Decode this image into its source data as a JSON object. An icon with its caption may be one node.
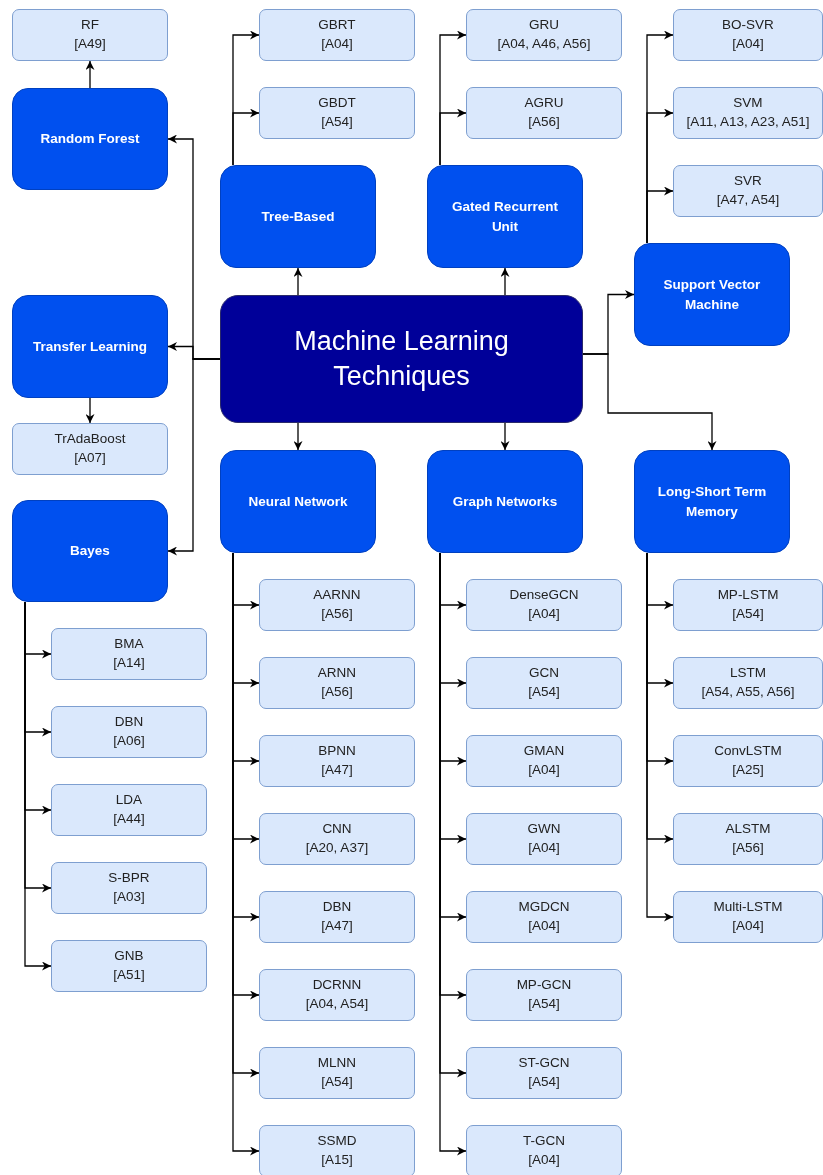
{
  "diagram": {
    "nodes": [
      {
        "text": [
          "Machine Learning Techniques"
        ]
      },
      {
        "text": [
          "Random Forest"
        ]
      },
      {
        "text": [
          "Tree-Based"
        ]
      },
      {
        "text": [
          "Gated Recurrent Unit"
        ]
      },
      {
        "text": [
          "Support Vector Machine"
        ]
      },
      {
        "text": [
          "Transfer Learning"
        ]
      },
      {
        "text": [
          "Neural Network"
        ]
      },
      {
        "text": [
          "Graph Networks"
        ]
      },
      {
        "text": [
          "Long-Short Term Memory"
        ]
      },
      {
        "text": [
          "Bayes"
        ]
      },
      {
        "text": [
          "RF",
          "[A49]"
        ]
      },
      {
        "text": [
          "GBRT",
          "[A04]"
        ]
      },
      {
        "text": [
          "GBDT",
          "[A54]"
        ]
      },
      {
        "text": [
          "GRU",
          "[A04, A46, A56]"
        ]
      },
      {
        "text": [
          "AGRU",
          "[A56]"
        ]
      },
      {
        "text": [
          "BO-SVR",
          "[A04]"
        ]
      },
      {
        "text": [
          "SVM",
          "[A11, A13, A23, A51]"
        ]
      },
      {
        "text": [
          "SVR",
          "[A47, A54]"
        ]
      },
      {
        "text": [
          "TrAdaBoost",
          "[A07]"
        ]
      },
      {
        "text": [
          "BMA",
          "[A14]"
        ]
      },
      {
        "text": [
          "DBN",
          "[A06]"
        ]
      },
      {
        "text": [
          "LDA",
          "[A44]"
        ]
      },
      {
        "text": [
          "S-BPR",
          "[A03]"
        ]
      },
      {
        "text": [
          "GNB",
          "[A51]"
        ]
      },
      {
        "text": [
          "AARNN",
          "[A56]"
        ]
      },
      {
        "text": [
          "ARNN",
          "[A56]"
        ]
      },
      {
        "text": [
          "BPNN",
          "[A47]"
        ]
      },
      {
        "text": [
          "CNN",
          "[A20, A37]"
        ]
      },
      {
        "text": [
          "DBN",
          "[A47]"
        ]
      },
      {
        "text": [
          "DCRNN",
          "[A04, A54]"
        ]
      },
      {
        "text": [
          "MLNN",
          "[A54]"
        ]
      },
      {
        "text": [
          "SSMD",
          "[A15]"
        ]
      },
      {
        "text": [
          "DenseGCN",
          "[A04]"
        ]
      },
      {
        "text": [
          "GCN",
          "[A54]"
        ]
      },
      {
        "text": [
          "GMAN",
          "[A04]"
        ]
      },
      {
        "text": [
          "GWN",
          "[A04]"
        ]
      },
      {
        "text": [
          "MGDCN",
          "[A04]"
        ]
      },
      {
        "text": [
          "MP-GCN",
          "[A54]"
        ]
      },
      {
        "text": [
          "ST-GCN",
          "[A54]"
        ]
      },
      {
        "text": [
          "T-GCN",
          "[A04]"
        ]
      },
      {
        "text": [
          "MP-LSTM",
          "[A54]"
        ]
      },
      {
        "text": [
          "LSTM",
          "[A54, A55, A56]"
        ]
      },
      {
        "text": [
          "ConvLSTM",
          "[A25]"
        ]
      },
      {
        "text": [
          "ALSTM",
          "[A56]"
        ]
      },
      {
        "text": [
          "Multi-LSTM",
          "[A04]"
        ]
      }
    ],
    "edges": [
      {
        "from": 0,
        "to": 1,
        "arrow": "to"
      },
      {
        "from": 0,
        "to": 2,
        "arrow": "to"
      },
      {
        "from": 0,
        "to": 3,
        "arrow": "to"
      },
      {
        "from": 0,
        "to": 4,
        "arrow": "to"
      },
      {
        "from": 0,
        "to": 5,
        "arrow": "to"
      },
      {
        "from": 0,
        "to": 6,
        "arrow": "to"
      },
      {
        "from": 0,
        "to": 7,
        "arrow": "to"
      },
      {
        "from": 0,
        "to": 8,
        "arrow": "to"
      },
      {
        "from": 0,
        "to": 9,
        "arrow": "to"
      },
      {
        "from": 1,
        "to": 10,
        "arrow": "to"
      },
      {
        "from": 2,
        "to": 11,
        "arrow": "to"
      },
      {
        "from": 2,
        "to": 12,
        "arrow": "to"
      },
      {
        "from": 3,
        "to": 13,
        "arrow": "to"
      },
      {
        "from": 3,
        "to": 14,
        "arrow": "to"
      },
      {
        "from": 4,
        "to": 15,
        "arrow": "to"
      },
      {
        "from": 4,
        "to": 16,
        "arrow": "to"
      },
      {
        "from": 4,
        "to": 17,
        "arrow": "to"
      },
      {
        "from": 5,
        "to": 18,
        "arrow": "to"
      },
      {
        "from": 9,
        "to": 19,
        "arrow": "to"
      },
      {
        "from": 9,
        "to": 20,
        "arrow": "to"
      },
      {
        "from": 9,
        "to": 21,
        "arrow": "to"
      },
      {
        "from": 9,
        "to": 22,
        "arrow": "to"
      },
      {
        "from": 9,
        "to": 23,
        "arrow": "to"
      },
      {
        "from": 6,
        "to": 24,
        "arrow": "to"
      },
      {
        "from": 6,
        "to": 25,
        "arrow": "to"
      },
      {
        "from": 6,
        "to": 26,
        "arrow": "to"
      },
      {
        "from": 6,
        "to": 27,
        "arrow": "to"
      },
      {
        "from": 6,
        "to": 28,
        "arrow": "to"
      },
      {
        "from": 6,
        "to": 29,
        "arrow": "to"
      },
      {
        "from": 6,
        "to": 30,
        "arrow": "to"
      },
      {
        "from": 6,
        "to": 31,
        "arrow": "to"
      },
      {
        "from": 7,
        "to": 32,
        "arrow": "to"
      },
      {
        "from": 7,
        "to": 33,
        "arrow": "to"
      },
      {
        "from": 7,
        "to": 34,
        "arrow": "to"
      },
      {
        "from": 7,
        "to": 35,
        "arrow": "to"
      },
      {
        "from": 7,
        "to": 36,
        "arrow": "to"
      },
      {
        "from": 7,
        "to": 37,
        "arrow": "to"
      },
      {
        "from": 7,
        "to": 38,
        "arrow": "to"
      },
      {
        "from": 7,
        "to": 39,
        "arrow": "to"
      },
      {
        "from": 8,
        "to": 40,
        "arrow": "to"
      },
      {
        "from": 8,
        "to": 41,
        "arrow": "to"
      },
      {
        "from": 8,
        "to": 42,
        "arrow": "to"
      },
      {
        "from": 8,
        "to": 43,
        "arrow": "to"
      },
      {
        "from": 8,
        "to": 44,
        "arrow": "to"
      }
    ]
  }
}
